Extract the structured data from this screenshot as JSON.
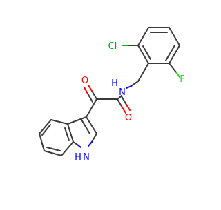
{
  "molecule": {
    "atom_labels": {
      "cl": "Cl",
      "f": "F",
      "n_amide": "N",
      "h_amide": "H",
      "o_ketone": "O",
      "o_amide": "O",
      "h_indole": "H",
      "n_indole": "N"
    },
    "colors": {
      "bond": "#3a3a3a",
      "carbon": "#3a3a3a",
      "nitrogen": "#0000ff",
      "oxygen": "#ff0000",
      "chlorine": "#00b000",
      "fluorine": "#33cc33"
    }
  }
}
